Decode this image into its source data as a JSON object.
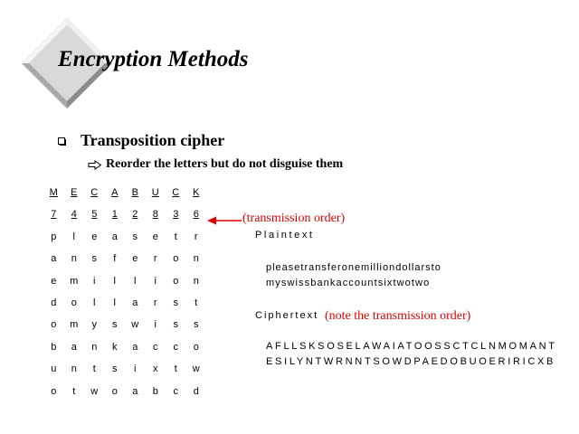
{
  "slide": {
    "title": "Encryption Methods",
    "bullet": "Transposition cipher",
    "sub_bullet": "Reorder the letters but do not disguise them",
    "colors": {
      "annotation": "#e00000",
      "diamond_face": "#d9d9d9"
    }
  },
  "key": {
    "letters": [
      "M",
      "E",
      "C",
      "A",
      "B",
      "U",
      "C",
      "K"
    ],
    "order": [
      "7",
      "4",
      "5",
      "1",
      "2",
      "8",
      "3",
      "6"
    ]
  },
  "grid_rows": [
    [
      "p",
      "l",
      "e",
      "a",
      "s",
      "e",
      "t",
      "r"
    ],
    [
      "a",
      "n",
      "s",
      "f",
      "e",
      "r",
      "o",
      "n"
    ],
    [
      "e",
      "m",
      "i",
      "l",
      "l",
      "i",
      "o",
      "n"
    ],
    [
      "d",
      "o",
      "l",
      "l",
      "a",
      "r",
      "s",
      "t"
    ],
    [
      "o",
      "m",
      "y",
      "s",
      "w",
      "i",
      "s",
      "s"
    ],
    [
      "b",
      "a",
      "n",
      "k",
      "a",
      "c",
      "c",
      "o"
    ],
    [
      "u",
      "n",
      "t",
      "s",
      "i",
      "x",
      "t",
      "w"
    ],
    [
      "o",
      "t",
      "w",
      "o",
      "a",
      "b",
      "c",
      "d"
    ]
  ],
  "annotations": {
    "transmission": "(transmission order)",
    "note": "(note the transmission order)"
  },
  "plaintext": {
    "label": "Plaintext",
    "line1": "pleasetransferonemilliondollarsto",
    "line2": "myswissbankaccountsixtwotwo"
  },
  "ciphertext": {
    "label": "Ciphertext",
    "line1": "AFLLSKSOSELAWAIATOOSSCTCLNMOMANT",
    "line2": "ESILYNTWRNNTSOWDPAEDOBUOERIRICXB"
  }
}
